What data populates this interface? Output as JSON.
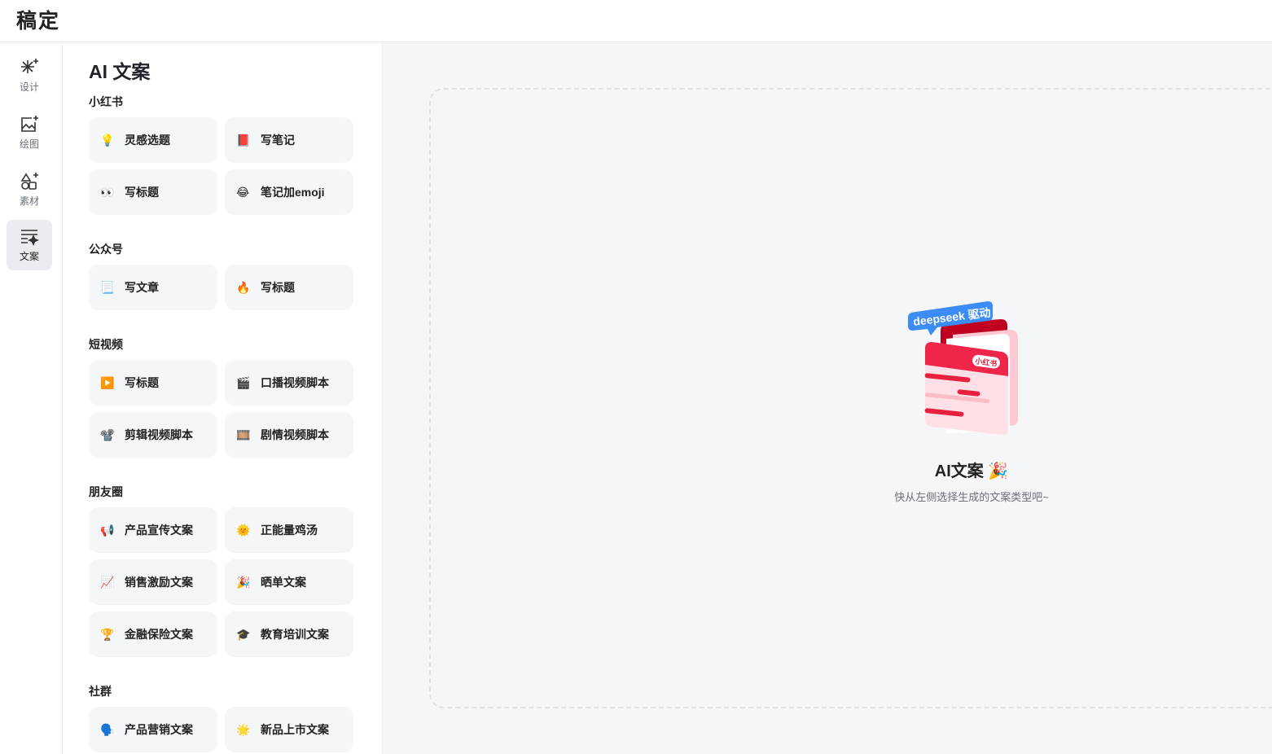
{
  "app": {
    "logo": "稿定"
  },
  "rail": [
    {
      "label": "设计",
      "icon": "sparkle-icon"
    },
    {
      "label": "绘图",
      "icon": "image-plus-icon"
    },
    {
      "label": "素材",
      "icon": "shapes-icon"
    },
    {
      "label": "文案",
      "icon": "text-sparkle-icon",
      "active": true
    }
  ],
  "panel": {
    "title": "AI 文案",
    "sections": [
      {
        "title": "小红书",
        "items": [
          {
            "icon": "💡",
            "label": "灵感选题"
          },
          {
            "icon": "📕",
            "label": "写笔记"
          },
          {
            "icon": "👀",
            "label": "写标题"
          },
          {
            "icon": "😂",
            "label": "笔记加emoji"
          }
        ]
      },
      {
        "title": "公众号",
        "items": [
          {
            "icon": "📃",
            "label": "写文章"
          },
          {
            "icon": "🔥",
            "label": "写标题"
          }
        ]
      },
      {
        "title": "短视频",
        "items": [
          {
            "icon": "▶️",
            "label": "写标题"
          },
          {
            "icon": "🎬",
            "label": "口播视频脚本"
          },
          {
            "icon": "📽️",
            "label": "剪辑视频脚本"
          },
          {
            "icon": "🎞️",
            "label": "剧情视频脚本"
          }
        ]
      },
      {
        "title": "朋友圈",
        "items": [
          {
            "icon": "📢",
            "label": "产品宣传文案"
          },
          {
            "icon": "🌞",
            "label": "正能量鸡汤"
          },
          {
            "icon": "📈",
            "label": "销售激励文案"
          },
          {
            "icon": "🎉",
            "label": "晒单文案"
          },
          {
            "icon": "🏆",
            "label": "金融保险文案"
          },
          {
            "icon": "🎓",
            "label": "教育培训文案"
          }
        ]
      },
      {
        "title": "社群",
        "items": [
          {
            "icon": "🗣️",
            "label": "产品营销文案"
          },
          {
            "icon": "🌟",
            "label": "新品上市文案"
          }
        ]
      }
    ]
  },
  "main": {
    "badge": "deepseek 驱动",
    "card_tag": "小红书",
    "title": "AI文案 🎉",
    "subtitle": "快从左侧选择生成的文案类型吧~"
  }
}
